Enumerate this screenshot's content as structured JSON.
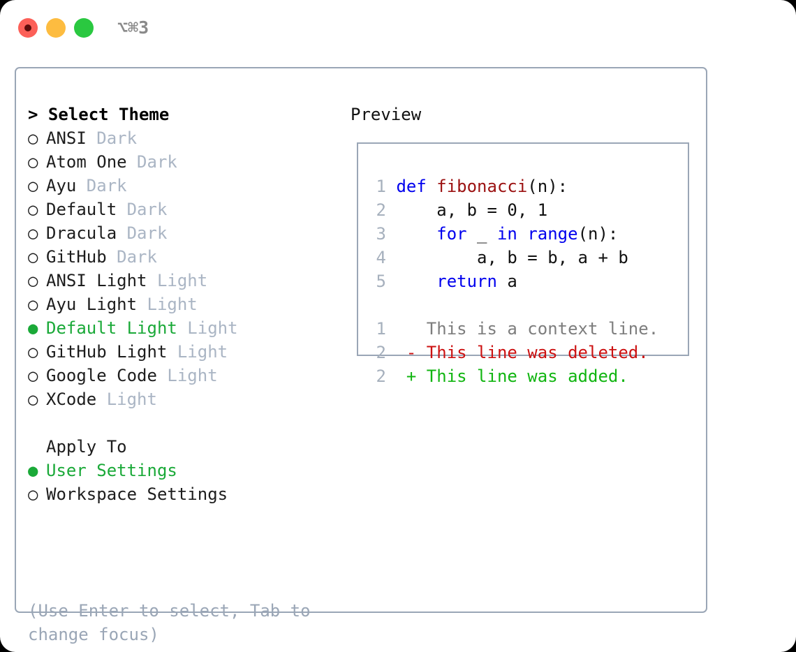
{
  "titlebar": {
    "shortcut": "⌥⌘3",
    "buttons": [
      "close",
      "minimize",
      "maximize"
    ]
  },
  "theme_selector": {
    "header": "> Select Theme",
    "marker_selected": "●",
    "marker_unselected": "○",
    "items": [
      {
        "marker": "○",
        "name": "ANSI",
        "tag": "Dark",
        "selected": false
      },
      {
        "marker": "○",
        "name": "Atom One",
        "tag": "Dark",
        "selected": false
      },
      {
        "marker": "○",
        "name": "Ayu",
        "tag": "Dark",
        "selected": false
      },
      {
        "marker": "○",
        "name": "Default",
        "tag": "Dark",
        "selected": false
      },
      {
        "marker": "○",
        "name": "Dracula",
        "tag": "Dark",
        "selected": false
      },
      {
        "marker": "○",
        "name": "GitHub",
        "tag": "Dark",
        "selected": false
      },
      {
        "marker": "○",
        "name": "ANSI Light",
        "tag": "Light",
        "selected": false
      },
      {
        "marker": "○",
        "name": "Ayu Light",
        "tag": "Light",
        "selected": false
      },
      {
        "marker": "●",
        "name": "Default Light",
        "tag": "Light",
        "selected": true
      },
      {
        "marker": "○",
        "name": "GitHub Light",
        "tag": "Light",
        "selected": false
      },
      {
        "marker": "○",
        "name": "Google Code",
        "tag": "Light",
        "selected": false
      },
      {
        "marker": "○",
        "name": "XCode",
        "tag": "Light",
        "selected": false
      }
    ]
  },
  "apply_to": {
    "header": "Apply To",
    "options": [
      {
        "marker": "●",
        "label": "User Settings",
        "selected": true
      },
      {
        "marker": "○",
        "label": "Workspace Settings",
        "selected": false
      }
    ]
  },
  "hint": {
    "line1": "(Use Enter to select, Tab to",
    "line2": "change focus)"
  },
  "preview": {
    "label": "Preview",
    "code_lines": [
      {
        "num": "1",
        "parts": [
          {
            "t": "def ",
            "c": "kw"
          },
          {
            "t": "fibonacci",
            "c": "fn"
          },
          {
            "t": "(n):",
            "c": "txt"
          }
        ]
      },
      {
        "num": "2",
        "parts": [
          {
            "t": "    a, b = 0, 1",
            "c": "txt"
          }
        ]
      },
      {
        "num": "3",
        "parts": [
          {
            "t": "    ",
            "c": "txt"
          },
          {
            "t": "for",
            "c": "kw"
          },
          {
            "t": " _ ",
            "c": "txt"
          },
          {
            "t": "in",
            "c": "kw"
          },
          {
            "t": " ",
            "c": "txt"
          },
          {
            "t": "range",
            "c": "kw"
          },
          {
            "t": "(n):",
            "c": "txt"
          }
        ]
      },
      {
        "num": "4",
        "parts": [
          {
            "t": "        a, b = b, a + b",
            "c": "txt"
          }
        ]
      },
      {
        "num": "5",
        "parts": [
          {
            "t": "    ",
            "c": "txt"
          },
          {
            "t": "return",
            "c": "kw"
          },
          {
            "t": " a",
            "c": "txt"
          }
        ]
      }
    ],
    "diff_lines": [
      {
        "num": "1",
        "sign": " ",
        "text": " This is a context line.",
        "kind": "ctx"
      },
      {
        "num": "2",
        "sign": "-",
        "text": " This line was deleted.",
        "kind": "del"
      },
      {
        "num": "2",
        "sign": "+",
        "text": " This line was added.",
        "kind": "add"
      }
    ]
  },
  "colors": {
    "accent_green": "#1aa938",
    "border": "#9aa6b6",
    "muted": "#aab5c4",
    "keyword": "#0000ee",
    "function": "#9b1111",
    "diff_deleted": "#cc1111",
    "diff_added": "#11b511",
    "line_number": "#a6b0bd"
  }
}
